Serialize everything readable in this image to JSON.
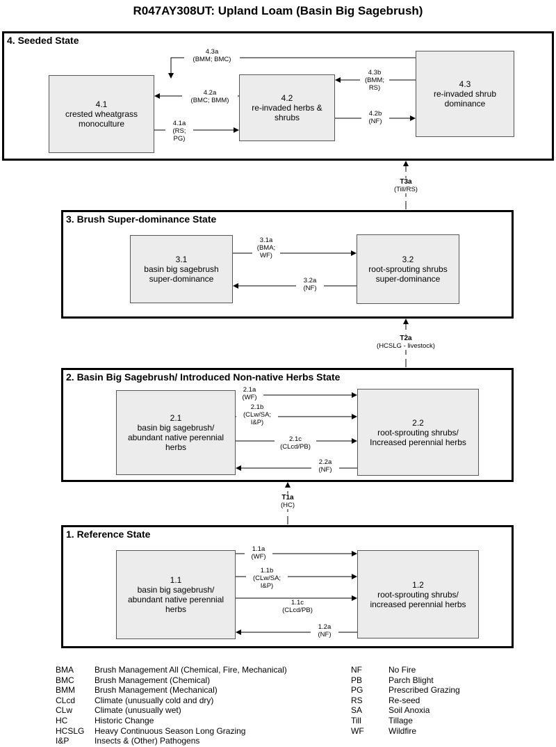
{
  "title": "R047AY308UT: Upland Loam (Basin Big Sagebrush)",
  "states": {
    "s4": {
      "title": "4. Seeded State",
      "p41": [
        "4.1",
        "crested wheatgrass",
        "monoculture"
      ],
      "p42": [
        "4.2",
        "re-invaded herbs &",
        "shrubs"
      ],
      "p43": [
        "4.3",
        "re-invaded shrub",
        "dominance"
      ]
    },
    "s3": {
      "title": "3. Brush Super-dominance State",
      "p31": [
        "3.1",
        "basin big sagebrush",
        "super-dominance"
      ],
      "p32": [
        "3.2",
        "root-sprouting shrubs",
        "super-dominance"
      ]
    },
    "s2": {
      "title": "2. Basin Big Sagebrush/ Introduced Non-native Herbs State",
      "p21": [
        "2.1",
        "basin big sagebrush/",
        "abundant native perennial",
        "herbs"
      ],
      "p22": [
        "2.2",
        "root-sprouting shrubs/",
        "Increased perennial herbs"
      ]
    },
    "s1": {
      "title": "1. Reference State",
      "p11": [
        "1.1",
        "basin big sagebrush/",
        "abundant native perennial",
        "herbs"
      ],
      "p12": [
        "1.2",
        "root-sprouting shrubs/",
        "increased perennial herbs"
      ]
    }
  },
  "pathways": {
    "a43a": [
      "4.3a",
      "(BMM; BMC)"
    ],
    "a42a": [
      "4.2a",
      "(BMC; BMM)"
    ],
    "a41a": [
      "4.1a",
      "(RS;",
      "PG)"
    ],
    "a43b": [
      "4.3b",
      "(BMM;",
      "RS)"
    ],
    "a42b": [
      "4.2b",
      "(NF)"
    ],
    "a31a": [
      "3.1a",
      "(BMA;",
      "WF)"
    ],
    "a32a": [
      "3.2a",
      "(NF)"
    ],
    "a21a": [
      "2.1a",
      "(WF)"
    ],
    "a21b": [
      "2.1b",
      "(CLw/SA;",
      "I&P)"
    ],
    "a21c": [
      "2.1c",
      "(CLcd/PB)"
    ],
    "a22a": [
      "2.2a",
      "(NF)"
    ],
    "a11a": [
      "1.1a",
      "(WF)"
    ],
    "a11b": [
      "1.1b",
      "(CLw/SA;",
      "I&P)"
    ],
    "a11c": [
      "1.1c",
      "(CLcd/PB)"
    ],
    "a12a": [
      "1.2a",
      "(NF)"
    ]
  },
  "transitions": {
    "t3a": {
      "code": "T3a",
      "desc": "(Till/RS)"
    },
    "t2a": {
      "code": "T2a",
      "desc": "(HCSLG - livestock)"
    },
    "t1a": {
      "code": "T1a",
      "desc": "(HC)"
    }
  },
  "legend_left": [
    [
      "BMA",
      "Brush Management All (Chemical, Fire, Mechanical)"
    ],
    [
      "BMC",
      "Brush Management (Chemical)"
    ],
    [
      "BMM",
      "Brush Management (Mechanical)"
    ],
    [
      "CLcd",
      "Climate (unusually cold and dry)"
    ],
    [
      "CLw",
      "Climate (unusually wet)"
    ],
    [
      "HC",
      "Historic Change"
    ],
    [
      "HCSLG",
      "Heavy Continuous Season Long Grazing"
    ],
    [
      "I&P",
      "Insects & (Other) Pathogens"
    ]
  ],
  "legend_right": [
    [
      "NF",
      "No Fire"
    ],
    [
      "PB",
      "Parch Blight"
    ],
    [
      "PG",
      "Prescribed Grazing"
    ],
    [
      "RS",
      "Re-seed"
    ],
    [
      "SA",
      "Soil Anoxia"
    ],
    [
      "Till",
      "Tillage"
    ],
    [
      "WF",
      "Wildfire"
    ]
  ]
}
